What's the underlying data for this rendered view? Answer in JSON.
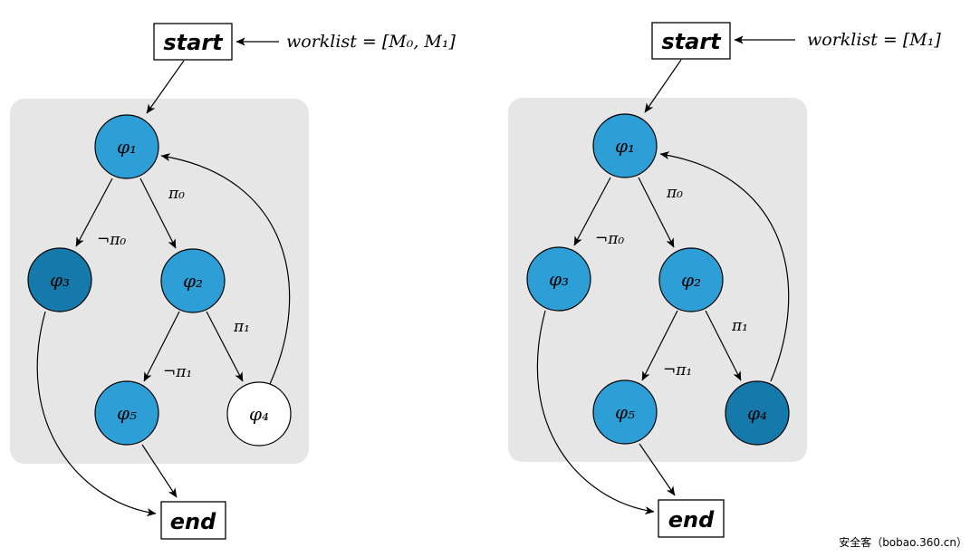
{
  "colors": {
    "panel": "#e6e6e6",
    "node": "#2d9ed6",
    "node_dark": "#1679ab",
    "node_white": "#ffffff",
    "stroke": "#000000"
  },
  "left": {
    "start_label": "start",
    "end_label": "end",
    "worklist": "worklist = [M₀, M₁]",
    "nodes": {
      "phi1": {
        "label": "φ₁"
      },
      "phi2": {
        "label": "φ₂"
      },
      "phi3": {
        "label": "φ₃"
      },
      "phi4": {
        "label": "φ₄"
      },
      "phi5": {
        "label": "φ₅"
      }
    },
    "edge_labels": {
      "pi0": "π₀",
      "not_pi0": "¬π₀",
      "pi1": "π₁",
      "not_pi1": "¬π₁"
    }
  },
  "right": {
    "start_label": "start",
    "end_label": "end",
    "worklist": "worklist = [M₁]",
    "nodes": {
      "phi1": {
        "label": "φ₁"
      },
      "phi2": {
        "label": "φ₂"
      },
      "phi3": {
        "label": "φ₃"
      },
      "phi4": {
        "label": "φ₄"
      },
      "phi5": {
        "label": "φ₅"
      }
    },
    "edge_labels": {
      "pi0": "π₀",
      "not_pi0": "¬π₀",
      "pi1": "π₁",
      "not_pi1": "¬π₁"
    }
  },
  "watermark": "安全客（bobao.360.cn）"
}
